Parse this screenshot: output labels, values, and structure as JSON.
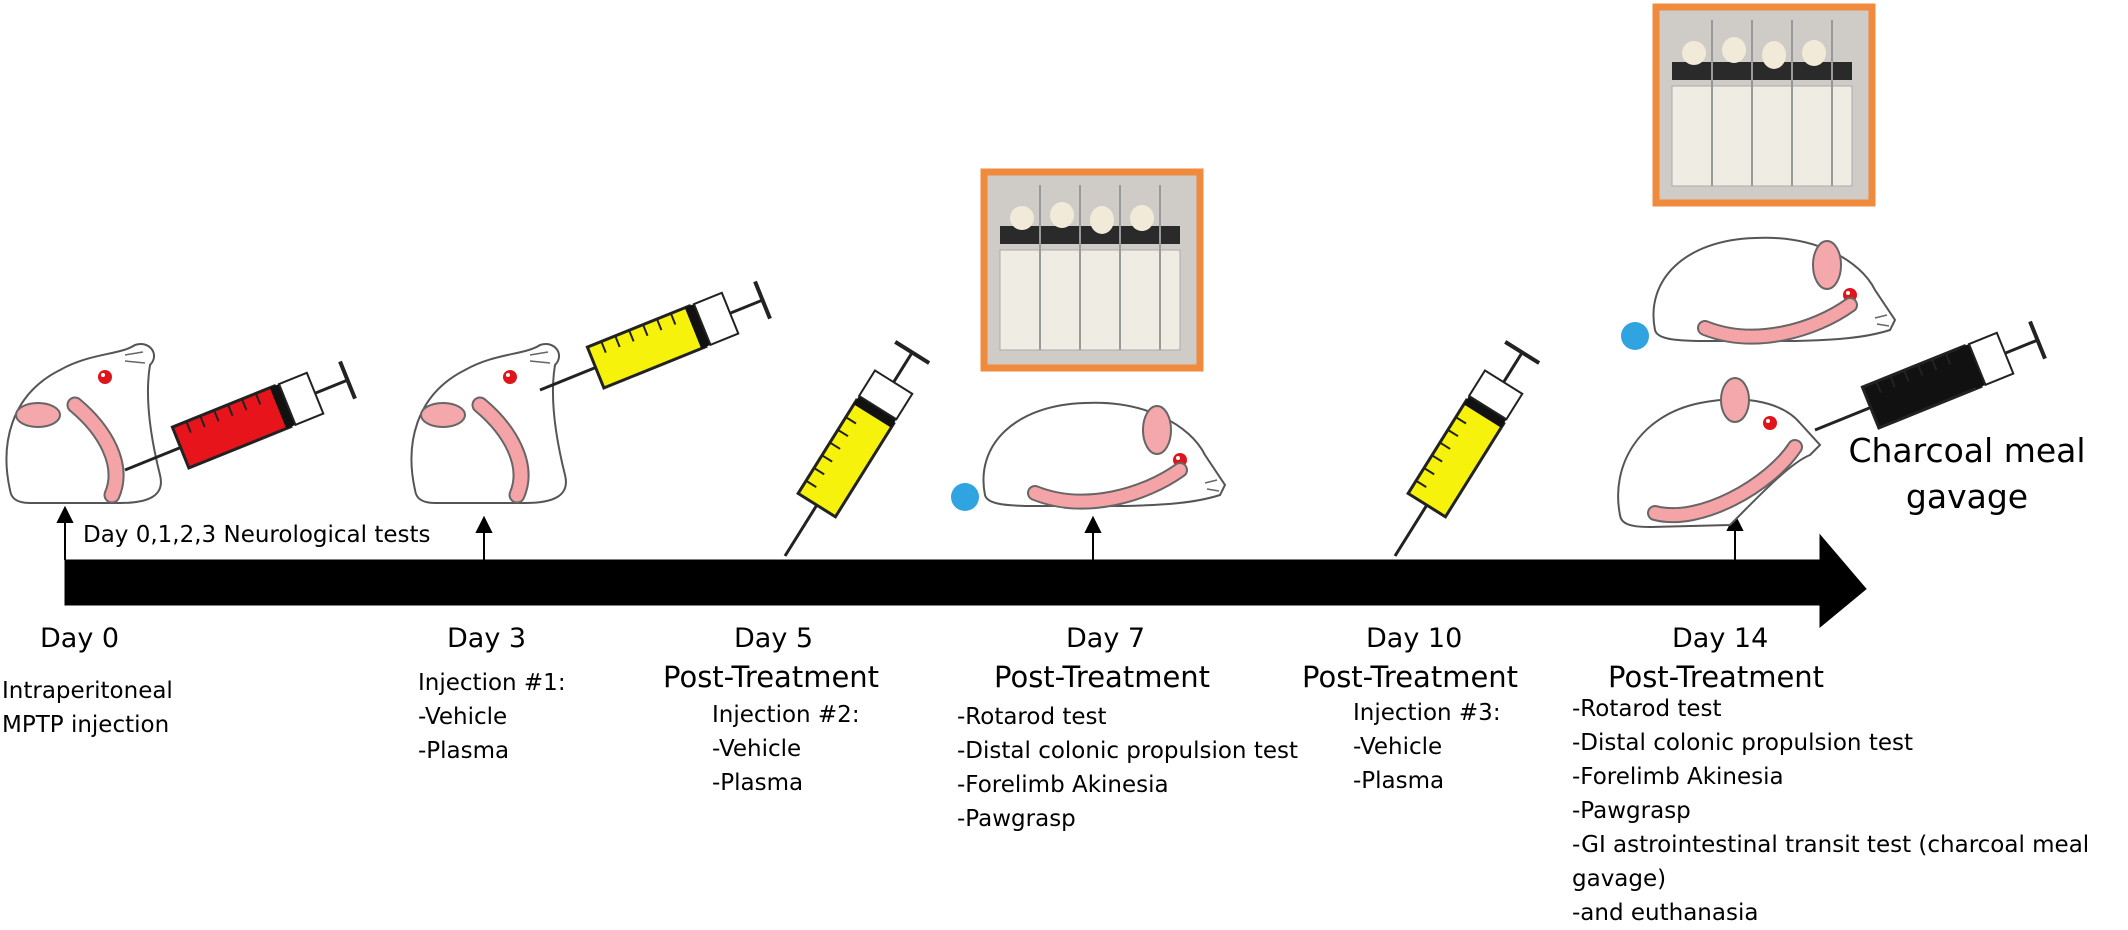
{
  "neuro_note": "Day 0,1,2,3 Neurological tests",
  "charcoal_label": [
    "Charcoal meal",
    "gavage"
  ],
  "days": [
    {
      "label": "Day 0",
      "post": "",
      "lines": [
        "Intraperitoneal",
        "MPTP injection"
      ]
    },
    {
      "label": "Day 3",
      "post": "",
      "lines": [
        "Injection #1:",
        "-Vehicle",
        "-Plasma"
      ]
    },
    {
      "label": "Day 5",
      "post": "Post-Treatment",
      "lines": [
        "Injection #2:",
        "-Vehicle",
        "-Plasma"
      ]
    },
    {
      "label": "Day 7",
      "post": "Post-Treatment",
      "lines": [
        "-Rotarod test",
        "-Distal colonic propulsion test",
        "-Forelimb Akinesia",
        "-Pawgrasp"
      ]
    },
    {
      "label": "Day 10",
      "post": "Post-Treatment",
      "lines": [
        "Injection #3:",
        "-Vehicle",
        "-Plasma"
      ]
    },
    {
      "label": "Day 14",
      "post": "Post-Treatment",
      "lines": [
        "-Rotarod test",
        "-Distal colonic propulsion test",
        "-Forelimb Akinesia",
        "-Pawgrasp",
        "-GI astrointestinal transit test (charcoal meal",
        "gavage)",
        "-and euthanasia"
      ]
    }
  ],
  "colors": {
    "mptp_syringe": "#e8141b",
    "treatment_syringe": "#f7f20c",
    "charcoal_syringe": "#111111",
    "photo_border": "#f08a3c",
    "mouse_eye": "#e0141b",
    "mouse_ear": "#f4a8ab",
    "tail": "#f4a3a6",
    "ball": "#2fa4e0"
  }
}
